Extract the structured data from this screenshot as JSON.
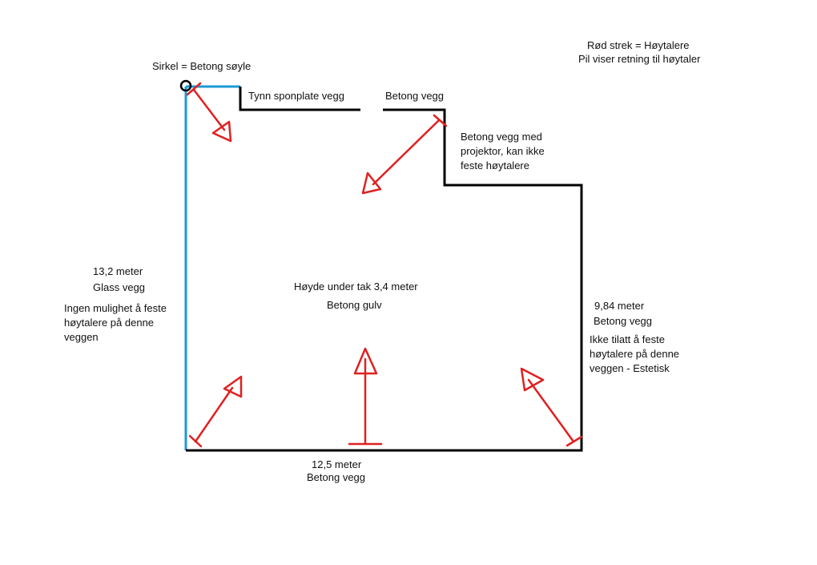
{
  "legend": {
    "line1": "Rød strek = Høytalere",
    "line2": "Pil viser retning til høytaler"
  },
  "column_note": "Sirkel = Betong søyle",
  "top_walls": {
    "thin_wall": "Tynn sponplate vegg",
    "concrete_wall": "Betong vegg"
  },
  "projector_wall": {
    "line1": "Betong vegg med",
    "line2": "projektor, kan ikke",
    "line3": "feste høytalere"
  },
  "left_wall": {
    "length": "13,2 meter",
    "type": "Glass vegg",
    "note_line1": "Ingen mulighet å feste",
    "note_line2": "høytalere på denne",
    "note_line3": "veggen"
  },
  "room": {
    "height": "Høyde under tak 3,4 meter",
    "floor": "Betong gulv"
  },
  "right_wall": {
    "length": "9,84 meter",
    "type": "Betong vegg",
    "note_line1": "Ikke tilatt å feste",
    "note_line2": "høytalere på denne",
    "note_line3": "veggen - Estetisk"
  },
  "bottom_wall": {
    "length": "12,5 meter",
    "type": "Betong vegg"
  },
  "colors": {
    "concrete_wall": "#000000",
    "glass_wall": "#1a9ad6",
    "speaker": "#e02020",
    "column": "#000000"
  }
}
